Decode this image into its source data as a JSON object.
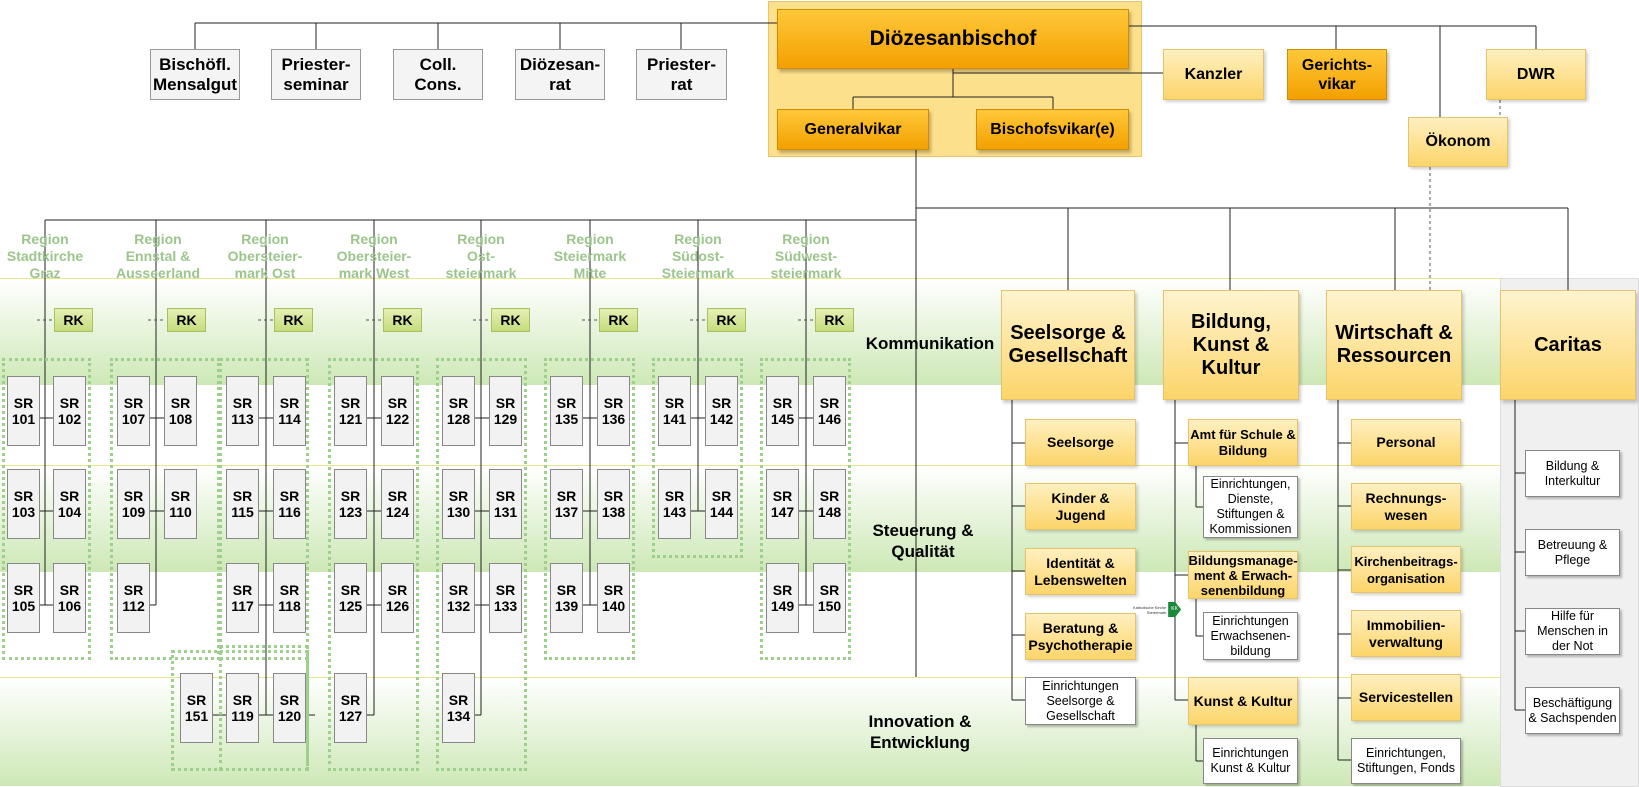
{
  "top": {
    "bishop": "Diözesanbischof",
    "generalvikar": "Generalvikar",
    "bischofsvikar": "Bischofsvikar(e)",
    "kanzler": "Kanzler",
    "gerichtsvikar": "Gerichts-\nvikar",
    "dwr": "DWR",
    "oekonom": "Ökonom",
    "councils": [
      "Bischöfl.\nMensalgut",
      "Priester-\nseminar",
      "Coll.\nCons.",
      "Diözesan-\nrat",
      "Priester-\nrat"
    ]
  },
  "zones": {
    "kommunikation": "Kommunikation",
    "steuerung": "Steuerung &\nQualität",
    "innovation": "Innovation &\nEntwicklung"
  },
  "regions": [
    "Region\nStadtkirche\nGraz",
    "Region\nEnnstal &\nAusseerland",
    "Region\nObersteier-\nmark Ost",
    "Region\nObersteier-\nmark West",
    "Region\nOst-\nsteiermark",
    "Region\nSteiermark\nMitte",
    "Region\nSüdost-\nSteiermark",
    "Region\nSüdwest-\nsteiermark"
  ],
  "rk_label": "RK",
  "sr": [
    "SR\n101",
    "SR\n102",
    "SR\n103",
    "SR\n104",
    "SR\n105",
    "SR\n106",
    "SR\n107",
    "SR\n108",
    "SR\n109",
    "SR\n110",
    "SR\n112",
    "SR\n113",
    "SR\n114",
    "SR\n115",
    "SR\n116",
    "SR\n117",
    "SR\n118",
    "SR\n151",
    "SR\n119",
    "SR\n120",
    "SR\n121",
    "SR\n122",
    "SR\n123",
    "SR\n124",
    "SR\n125",
    "SR\n126",
    "SR\n127",
    "SR\n128",
    "SR\n129",
    "SR\n130",
    "SR\n131",
    "SR\n132",
    "SR\n133",
    "SR\n134",
    "SR\n135",
    "SR\n136",
    "SR\n137",
    "SR\n138",
    "SR\n139",
    "SR\n140",
    "SR\n141",
    "SR\n142",
    "SR\n143",
    "SR\n144",
    "SR\n145",
    "SR\n146",
    "SR\n147",
    "SR\n148",
    "SR\n149",
    "SR\n150"
  ],
  "seelsorge": {
    "title": "Seelsorge &\nGesellschaft",
    "items": [
      "Seelsorge",
      "Kinder & Jugend",
      "Identität &\nLebenswelten",
      "Beratung &\nPsychotherapie"
    ],
    "einrichtungen": "Einrichtungen\nSeelsorge &\nGesellschaft"
  },
  "bildung": {
    "title": "Bildung,\nKunst &\nKultur",
    "items": [
      "Amt für Schule &\nBildung",
      "Bildungsmanage-\nment & Erwach-\nsenenbildung",
      "Kunst & Kultur"
    ],
    "einrichtungen": [
      "Einrichtungen,\nDienste,\nStiftungen &\nKommissionen",
      "Einrichtungen\nErwachsenen-\nbildung",
      "Einrichtungen\nKunst & Kultur"
    ]
  },
  "wirtschaft": {
    "title": "Wirtschaft &\nRessourcen",
    "items": [
      "Personal",
      "Rechnungs-\nwesen",
      "Kirchenbeitrags-\norganisation",
      "Immobilien-\nverwaltung",
      "Servicestellen"
    ],
    "einrichtungen": "Einrichtungen,\nStiftungen, Fonds"
  },
  "caritas": {
    "title": "Caritas",
    "items": [
      "Bildung &\nInterkultur",
      "Betreuung &\nPflege",
      "Hilfe für\nMenschen in\nder Not",
      "Beschäftigung\n& Sachspenden"
    ]
  },
  "logo_text": "Katholische Kirche\nSteiermark",
  "logo_mark": "KK",
  "colors": {
    "dark": "#f5a800",
    "light": "#fce08a",
    "band": "#c8e6b4",
    "region_text": "#9cc58c"
  }
}
